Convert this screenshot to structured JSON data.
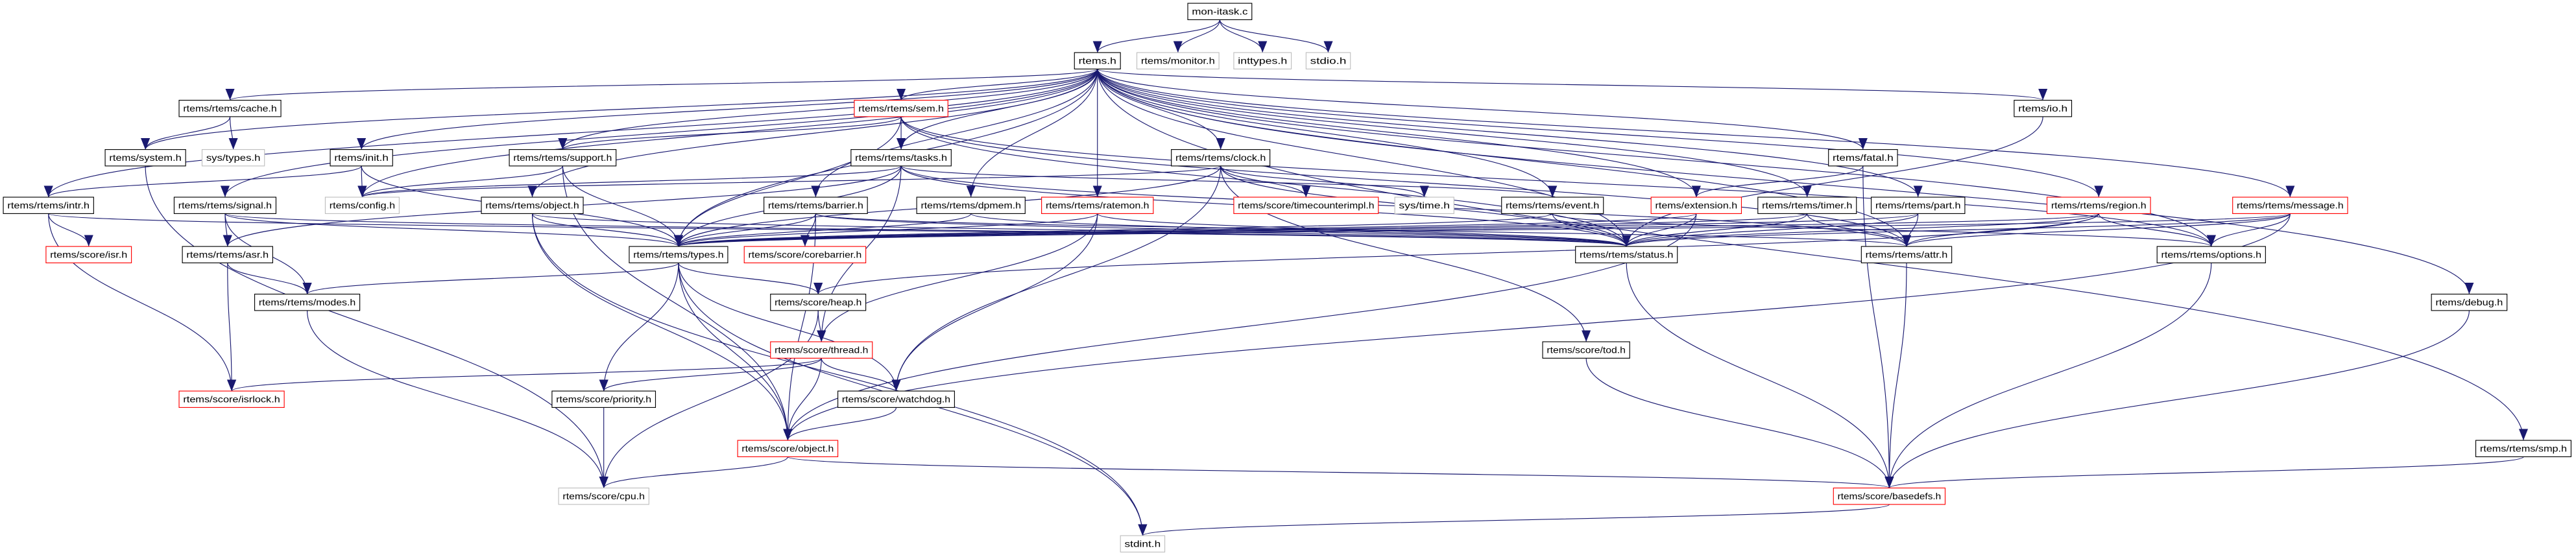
{
  "graph": {
    "root": "mon-itask.c",
    "colors": {
      "edge": "#191970",
      "node_border": "#000000",
      "node_border_external": "#bfbfbf",
      "node_border_truncated": "#ff0000",
      "root_fill": "#bfbfbf"
    },
    "nodes": [
      {
        "label": "mon-itask.c",
        "style": "root"
      },
      {
        "label": "rtems.h",
        "style": "normal"
      },
      {
        "label": "rtems/monitor.h",
        "style": "external"
      },
      {
        "label": "inttypes.h",
        "style": "external"
      },
      {
        "label": "stdio.h",
        "style": "external"
      },
      {
        "label": "rtems/rtems/cache.h",
        "style": "normal"
      },
      {
        "label": "rtems/rtems/sem.h",
        "style": "truncated"
      },
      {
        "label": "rtems/io.h",
        "style": "normal"
      },
      {
        "label": "rtems/system.h",
        "style": "normal"
      },
      {
        "label": "sys/types.h",
        "style": "external"
      },
      {
        "label": "rtems/init.h",
        "style": "normal"
      },
      {
        "label": "rtems/rtems/support.h",
        "style": "normal"
      },
      {
        "label": "rtems/rtems/tasks.h",
        "style": "normal"
      },
      {
        "label": "rtems/rtems/clock.h",
        "style": "normal"
      },
      {
        "label": "rtems/fatal.h",
        "style": "normal"
      },
      {
        "label": "rtems/rtems/intr.h",
        "style": "normal"
      },
      {
        "label": "rtems/rtems/signal.h",
        "style": "normal"
      },
      {
        "label": "rtems/config.h",
        "style": "external"
      },
      {
        "label": "rtems/rtems/object.h",
        "style": "normal"
      },
      {
        "label": "rtems/rtems/barrier.h",
        "style": "normal"
      },
      {
        "label": "rtems/rtems/dpmem.h",
        "style": "normal"
      },
      {
        "label": "rtems/rtems/ratemon.h",
        "style": "truncated"
      },
      {
        "label": "rtems/score/timecounterimpl.h",
        "style": "truncated"
      },
      {
        "label": "sys/time.h",
        "style": "external"
      },
      {
        "label": "rtems/rtems/event.h",
        "style": "normal"
      },
      {
        "label": "rtems/extension.h",
        "style": "truncated"
      },
      {
        "label": "rtems/rtems/timer.h",
        "style": "normal"
      },
      {
        "label": "rtems/rtems/part.h",
        "style": "normal"
      },
      {
        "label": "rtems/rtems/region.h",
        "style": "truncated"
      },
      {
        "label": "rtems/rtems/message.h",
        "style": "truncated"
      },
      {
        "label": "rtems/score/isr.h",
        "style": "truncated"
      },
      {
        "label": "rtems/rtems/asr.h",
        "style": "normal"
      },
      {
        "label": "rtems/rtems/types.h",
        "style": "normal"
      },
      {
        "label": "rtems/score/corebarrier.h",
        "style": "truncated"
      },
      {
        "label": "rtems/rtems/status.h",
        "style": "normal"
      },
      {
        "label": "rtems/rtems/attr.h",
        "style": "normal"
      },
      {
        "label": "rtems/rtems/options.h",
        "style": "normal"
      },
      {
        "label": "rtems/rtems/modes.h",
        "style": "normal"
      },
      {
        "label": "rtems/score/heap.h",
        "style": "normal"
      },
      {
        "label": "rtems/debug.h",
        "style": "normal"
      },
      {
        "label": "rtems/score/thread.h",
        "style": "truncated"
      },
      {
        "label": "rtems/score/tod.h",
        "style": "normal"
      },
      {
        "label": "rtems/score/isrlock.h",
        "style": "truncated"
      },
      {
        "label": "rtems/score/priority.h",
        "style": "normal"
      },
      {
        "label": "rtems/score/watchdog.h",
        "style": "normal"
      },
      {
        "label": "rtems/score/object.h",
        "style": "truncated"
      },
      {
        "label": "rtems/rtems/smp.h",
        "style": "normal"
      },
      {
        "label": "rtems/score/cpu.h",
        "style": "external"
      },
      {
        "label": "rtems/score/basedefs.h",
        "style": "truncated"
      },
      {
        "label": "stdint.h",
        "style": "external"
      }
    ],
    "edges": [
      [
        "mon-itask.c",
        "rtems.h"
      ],
      [
        "mon-itask.c",
        "rtems/monitor.h"
      ],
      [
        "mon-itask.c",
        "inttypes.h"
      ],
      [
        "mon-itask.c",
        "stdio.h"
      ],
      [
        "rtems.h",
        "rtems/rtems/cache.h"
      ],
      [
        "rtems.h",
        "rtems/system.h"
      ],
      [
        "rtems.h",
        "rtems/rtems/intr.h"
      ],
      [
        "rtems.h",
        "rtems/init.h"
      ],
      [
        "rtems.h",
        "rtems/rtems/signal.h"
      ],
      [
        "rtems.h",
        "rtems/config.h"
      ],
      [
        "rtems.h",
        "rtems/rtems/support.h"
      ],
      [
        "rtems.h",
        "rtems/rtems/object.h"
      ],
      [
        "rtems.h",
        "rtems/rtems/types.h"
      ],
      [
        "rtems.h",
        "rtems/rtems/sem.h"
      ],
      [
        "rtems.h",
        "rtems/rtems/tasks.h"
      ],
      [
        "rtems.h",
        "rtems/rtems/barrier.h"
      ],
      [
        "rtems.h",
        "rtems/rtems/dpmem.h"
      ],
      [
        "rtems.h",
        "rtems/rtems/ratemon.h"
      ],
      [
        "rtems.h",
        "rtems/rtems/clock.h"
      ],
      [
        "rtems.h",
        "rtems/rtems/event.h"
      ],
      [
        "rtems.h",
        "rtems/extension.h"
      ],
      [
        "rtems.h",
        "rtems/rtems/timer.h"
      ],
      [
        "rtems.h",
        "rtems/fatal.h"
      ],
      [
        "rtems.h",
        "rtems/rtems/part.h"
      ],
      [
        "rtems.h",
        "rtems/rtems/status.h"
      ],
      [
        "rtems.h",
        "rtems/io.h"
      ],
      [
        "rtems.h",
        "rtems/rtems/region.h"
      ],
      [
        "rtems.h",
        "rtems/rtems/message.h"
      ],
      [
        "rtems.h",
        "rtems/rtems/options.h"
      ],
      [
        "rtems.h",
        "rtems/rtems/attr.h"
      ],
      [
        "rtems.h",
        "rtems/debug.h"
      ],
      [
        "rtems.h",
        "rtems/rtems/smp.h"
      ],
      [
        "rtems/rtems/cache.h",
        "rtems/system.h"
      ],
      [
        "rtems/rtems/cache.h",
        "sys/types.h"
      ],
      [
        "rtems/system.h",
        "rtems/score/cpu.h"
      ],
      [
        "rtems/init.h",
        "rtems/rtems/intr.h"
      ],
      [
        "rtems/init.h",
        "rtems/config.h"
      ],
      [
        "rtems/init.h",
        "rtems/rtems/types.h"
      ],
      [
        "rtems/rtems/support.h",
        "rtems/config.h"
      ],
      [
        "rtems/rtems/support.h",
        "rtems/rtems/types.h"
      ],
      [
        "rtems/rtems/support.h",
        "rtems/score/object.h"
      ],
      [
        "rtems/rtems/intr.h",
        "rtems/score/isr.h"
      ],
      [
        "rtems/rtems/intr.h",
        "rtems/score/isrlock.h"
      ],
      [
        "rtems/rtems/intr.h",
        "rtems/rtems/status.h"
      ],
      [
        "rtems/rtems/signal.h",
        "rtems/rtems/asr.h"
      ],
      [
        "rtems/rtems/signal.h",
        "rtems/rtems/modes.h"
      ],
      [
        "rtems/rtems/signal.h",
        "rtems/rtems/types.h"
      ],
      [
        "rtems/rtems/signal.h",
        "rtems/rtems/status.h"
      ],
      [
        "rtems/rtems/asr.h",
        "rtems/score/isrlock.h"
      ],
      [
        "rtems/rtems/asr.h",
        "rtems/rtems/modes.h"
      ],
      [
        "rtems/rtems/modes.h",
        "rtems/score/cpu.h"
      ],
      [
        "rtems/rtems/object.h",
        "rtems/rtems/types.h"
      ],
      [
        "rtems/rtems/object.h",
        "rtems/rtems/status.h"
      ],
      [
        "rtems/rtems/object.h",
        "rtems/score/object.h"
      ],
      [
        "rtems/rtems/object.h",
        "stdint.h"
      ],
      [
        "rtems/rtems/sem.h",
        "rtems/rtems/tasks.h"
      ],
      [
        "rtems/rtems/sem.h",
        "rtems/rtems/support.h"
      ],
      [
        "rtems/rtems/sem.h",
        "rtems/rtems/types.h"
      ],
      [
        "rtems/rtems/sem.h",
        "rtems/rtems/status.h"
      ],
      [
        "rtems/rtems/sem.h",
        "rtems/rtems/options.h"
      ],
      [
        "rtems/rtems/sem.h",
        "rtems/rtems/attr.h"
      ],
      [
        "rtems/rtems/tasks.h",
        "rtems/config.h"
      ],
      [
        "rtems/rtems/tasks.h",
        "rtems/rtems/types.h"
      ],
      [
        "rtems/rtems/tasks.h",
        "rtems/rtems/status.h"
      ],
      [
        "rtems/rtems/tasks.h",
        "rtems/rtems/attr.h"
      ],
      [
        "rtems/rtems/tasks.h",
        "rtems/score/thread.h"
      ],
      [
        "rtems/rtems/tasks.h",
        "rtems/rtems/asr.h"
      ],
      [
        "rtems/rtems/tasks.h",
        "rtems/rtems/event.h"
      ],
      [
        "rtems/rtems/barrier.h",
        "rtems/rtems/types.h"
      ],
      [
        "rtems/rtems/barrier.h",
        "rtems/score/corebarrier.h"
      ],
      [
        "rtems/rtems/barrier.h",
        "rtems/rtems/status.h"
      ],
      [
        "rtems/rtems/barrier.h",
        "rtems/rtems/attr.h"
      ],
      [
        "rtems/rtems/barrier.h",
        "rtems/score/object.h"
      ],
      [
        "rtems/rtems/dpmem.h",
        "rtems/rtems/types.h"
      ],
      [
        "rtems/rtems/dpmem.h",
        "rtems/rtems/status.h"
      ],
      [
        "rtems/rtems/ratemon.h",
        "rtems/rtems/types.h"
      ],
      [
        "rtems/rtems/ratemon.h",
        "rtems/rtems/status.h"
      ],
      [
        "rtems/rtems/ratemon.h",
        "rtems/score/thread.h"
      ],
      [
        "rtems/rtems/ratemon.h",
        "rtems/score/watchdog.h"
      ],
      [
        "rtems/rtems/clock.h",
        "rtems/config.h"
      ],
      [
        "rtems/rtems/clock.h",
        "rtems/rtems/types.h"
      ],
      [
        "rtems/rtems/clock.h",
        "rtems/rtems/status.h"
      ],
      [
        "rtems/rtems/clock.h",
        "rtems/score/timecounterimpl.h"
      ],
      [
        "rtems/rtems/clock.h",
        "sys/time.h"
      ],
      [
        "rtems/rtems/clock.h",
        "rtems/score/tod.h"
      ],
      [
        "rtems/rtems/clock.h",
        "rtems/score/watchdog.h"
      ],
      [
        "rtems/rtems/event.h",
        "rtems/rtems/types.h"
      ],
      [
        "rtems/rtems/event.h",
        "rtems/rtems/status.h"
      ],
      [
        "rtems/rtems/event.h",
        "rtems/rtems/options.h"
      ],
      [
        "rtems/extension.h",
        "rtems/rtems/types.h"
      ],
      [
        "rtems/extension.h",
        "rtems/rtems/status.h"
      ],
      [
        "rtems/extension.h",
        "rtems/score/object.h"
      ],
      [
        "rtems/rtems/timer.h",
        "rtems/rtems/types.h"
      ],
      [
        "rtems/rtems/timer.h",
        "rtems/rtems/status.h"
      ],
      [
        "rtems/rtems/timer.h",
        "rtems/rtems/attr.h"
      ],
      [
        "rtems/fatal.h",
        "rtems/extension.h"
      ],
      [
        "rtems/fatal.h",
        "rtems/score/basedefs.h"
      ],
      [
        "rtems/rtems/part.h",
        "rtems/rtems/types.h"
      ],
      [
        "rtems/rtems/part.h",
        "rtems/rtems/status.h"
      ],
      [
        "rtems/rtems/part.h",
        "rtems/rtems/attr.h"
      ],
      [
        "rtems/io.h",
        "rtems/rtems/status.h"
      ],
      [
        "rtems/rtems/region.h",
        "rtems/rtems/types.h"
      ],
      [
        "rtems/rtems/region.h",
        "rtems/rtems/status.h"
      ],
      [
        "rtems/rtems/region.h",
        "rtems/rtems/attr.h"
      ],
      [
        "rtems/rtems/region.h",
        "rtems/rtems/options.h"
      ],
      [
        "rtems/rtems/region.h",
        "rtems/score/heap.h"
      ],
      [
        "rtems/rtems/message.h",
        "rtems/rtems/types.h"
      ],
      [
        "rtems/rtems/message.h",
        "rtems/rtems/status.h"
      ],
      [
        "rtems/rtems/message.h",
        "rtems/rtems/attr.h"
      ],
      [
        "rtems/rtems/message.h",
        "rtems/rtems/options.h"
      ],
      [
        "rtems/rtems/message.h",
        "rtems/score/object.h"
      ],
      [
        "rtems/rtems/types.h",
        "rtems/rtems/modes.h"
      ],
      [
        "rtems/rtems/types.h",
        "rtems/score/heap.h"
      ],
      [
        "rtems/rtems/types.h",
        "rtems/score/watchdog.h"
      ],
      [
        "rtems/rtems/types.h",
        "rtems/score/priority.h"
      ],
      [
        "rtems/rtems/types.h",
        "rtems/score/object.h"
      ],
      [
        "rtems/rtems/types.h",
        "stdint.h"
      ],
      [
        "rtems/rtems/status.h",
        "rtems/score/basedefs.h"
      ],
      [
        "rtems/rtems/attr.h",
        "rtems/score/basedefs.h"
      ],
      [
        "rtems/rtems/options.h",
        "rtems/score/basedefs.h"
      ],
      [
        "rtems/score/heap.h",
        "rtems/score/thread.h"
      ],
      [
        "rtems/score/heap.h",
        "rtems/score/cpu.h"
      ],
      [
        "rtems/score/thread.h",
        "rtems/score/isrlock.h"
      ],
      [
        "rtems/score/thread.h",
        "rtems/score/priority.h"
      ],
      [
        "rtems/score/thread.h",
        "rtems/score/watchdog.h"
      ],
      [
        "rtems/score/thread.h",
        "rtems/score/object.h"
      ],
      [
        "rtems/score/priority.h",
        "rtems/score/cpu.h"
      ],
      [
        "rtems/score/watchdog.h",
        "rtems/score/object.h"
      ],
      [
        "rtems/score/object.h",
        "rtems/score/cpu.h"
      ],
      [
        "rtems/score/object.h",
        "rtems/score/basedefs.h"
      ],
      [
        "rtems/score/tod.h",
        "rtems/score/basedefs.h"
      ],
      [
        "rtems/debug.h",
        "rtems/score/basedefs.h"
      ],
      [
        "rtems/rtems/smp.h",
        "rtems/score/basedefs.h"
      ],
      [
        "rtems/score/basedefs.h",
        "stdint.h"
      ]
    ]
  }
}
